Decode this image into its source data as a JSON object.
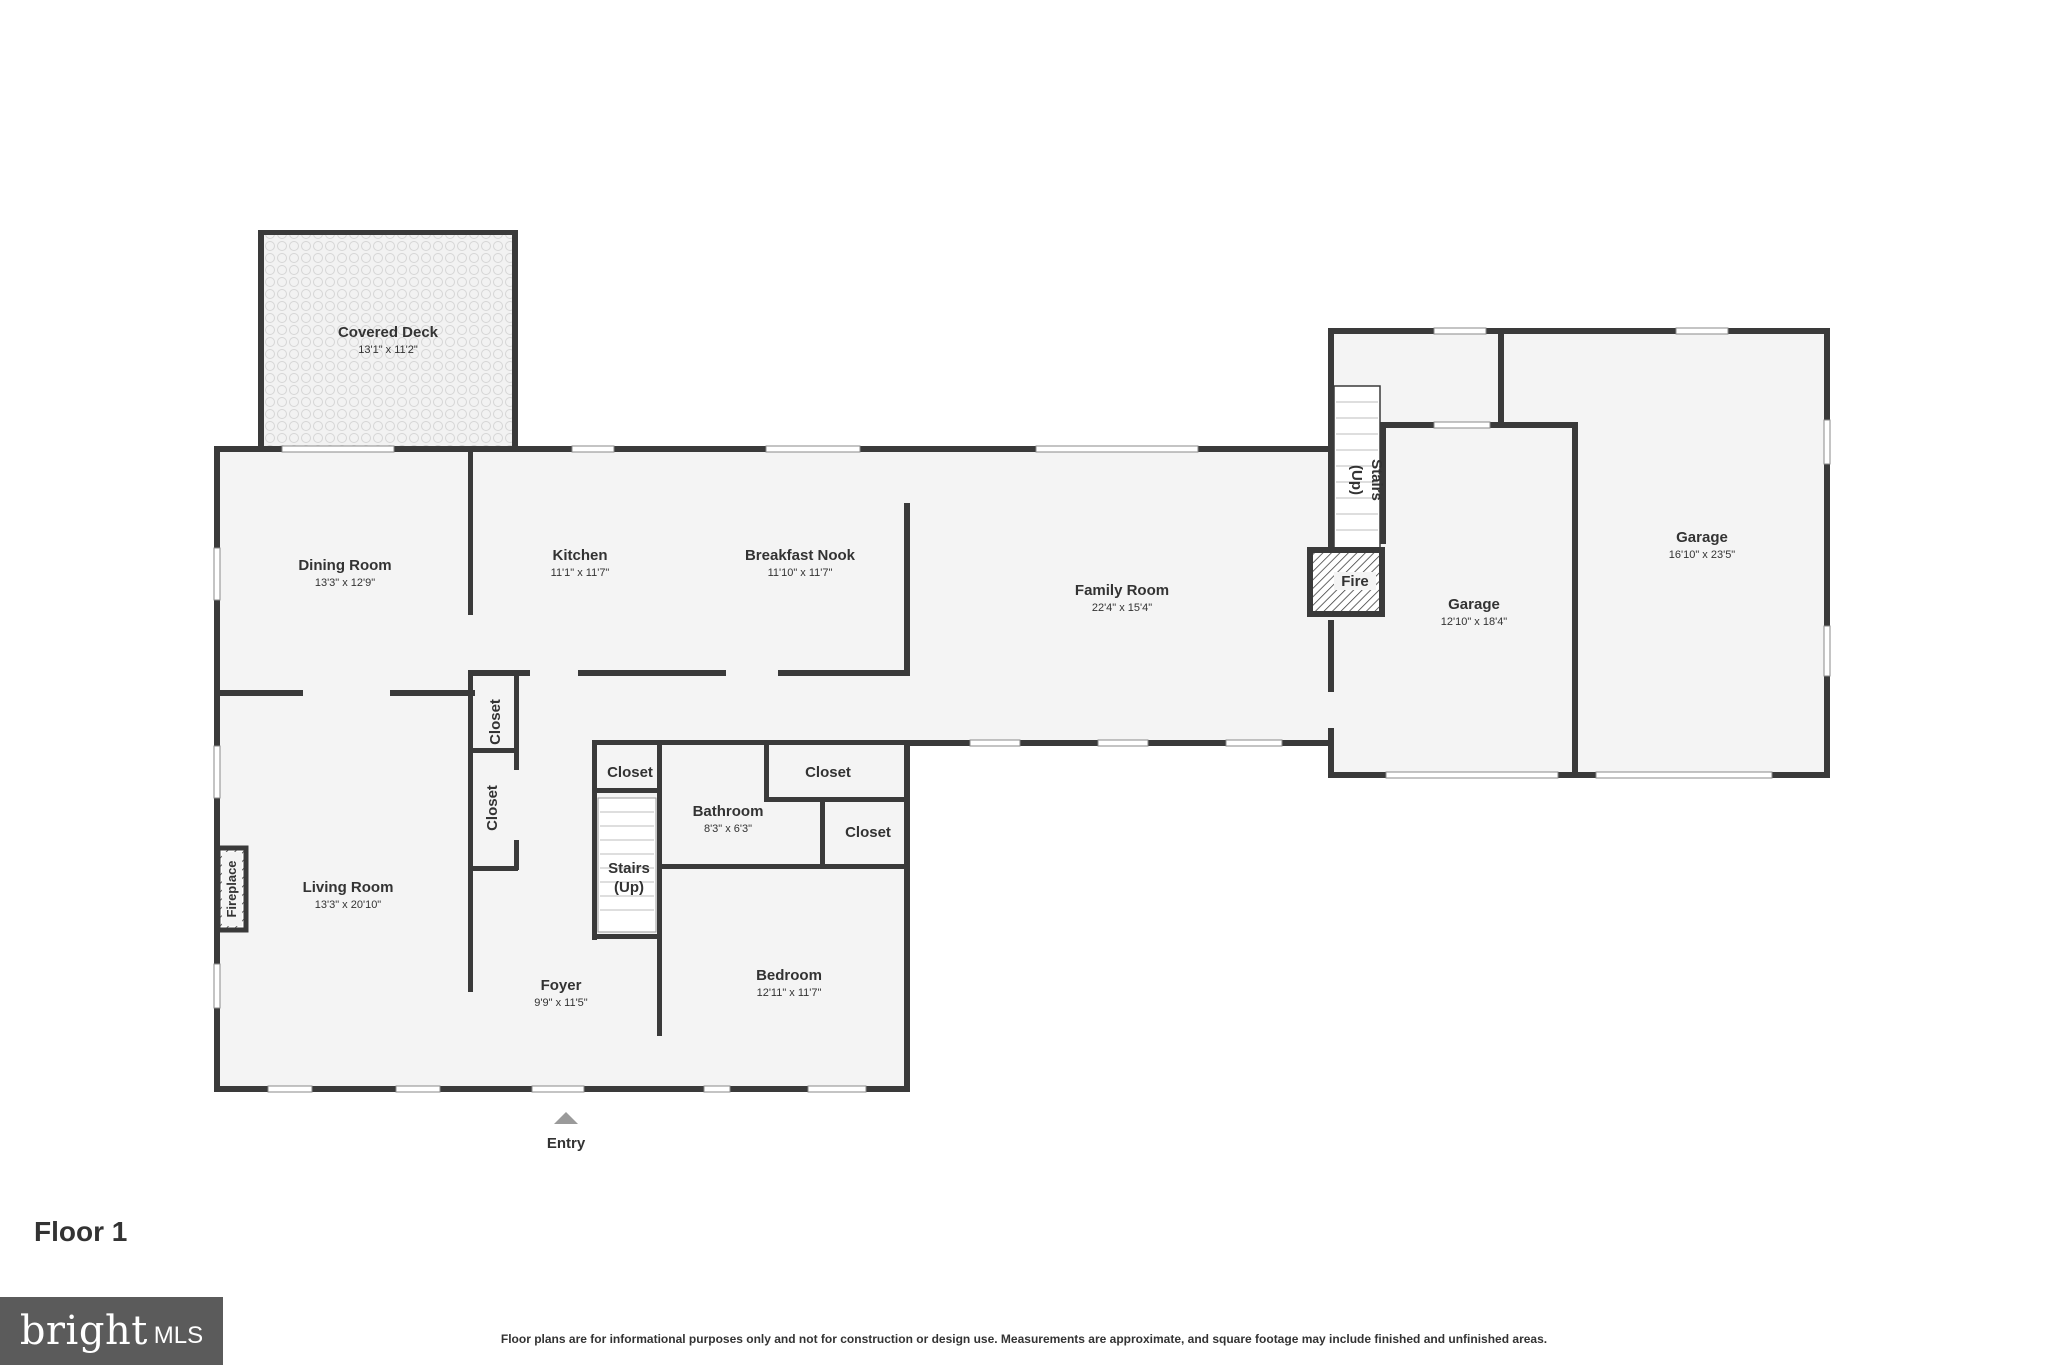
{
  "floor_title": "Floor 1",
  "disclaimer": "Floor plans are for informational purposes only and not for construction or design use. Measurements are approximate, and square footage may include finished and unfinished areas.",
  "logo": {
    "wordmark": "bright",
    "suffix": "MLS"
  },
  "entry_label": "Entry",
  "rooms": {
    "covered_deck": {
      "name": "Covered Deck",
      "dim": "13'1\" x 11'2\""
    },
    "dining_room": {
      "name": "Dining Room",
      "dim": "13'3\" x 12'9\""
    },
    "kitchen": {
      "name": "Kitchen",
      "dim": "11'1\" x 11'7\""
    },
    "breakfast_nook": {
      "name": "Breakfast Nook",
      "dim": "11'10\" x 11'7\""
    },
    "family_room": {
      "name": "Family Room",
      "dim": "22'4\" x 15'4\""
    },
    "garage_small": {
      "name": "Garage",
      "dim": "12'10\" x 18'4\""
    },
    "garage_large": {
      "name": "Garage",
      "dim": "16'10\" x 23'5\""
    },
    "living_room": {
      "name": "Living Room",
      "dim": "13'3\" x 20'10\""
    },
    "foyer": {
      "name": "Foyer",
      "dim": "9'9\" x 11'5\""
    },
    "bathroom": {
      "name": "Bathroom",
      "dim": "8'3\" x 6'3\""
    },
    "bedroom": {
      "name": "Bedroom",
      "dim": "12'11\" x 11'7\""
    }
  },
  "labels": {
    "closet": "Closet",
    "stairs": "Stairs",
    "stairs_up": "(Up)",
    "fireplace": "Fireplace",
    "fire": "Fire"
  },
  "colors": {
    "wall": "#3a3a3a",
    "floor": "#f4f4f4",
    "text": "#333333",
    "logo_bg": "#5b5b5b"
  }
}
